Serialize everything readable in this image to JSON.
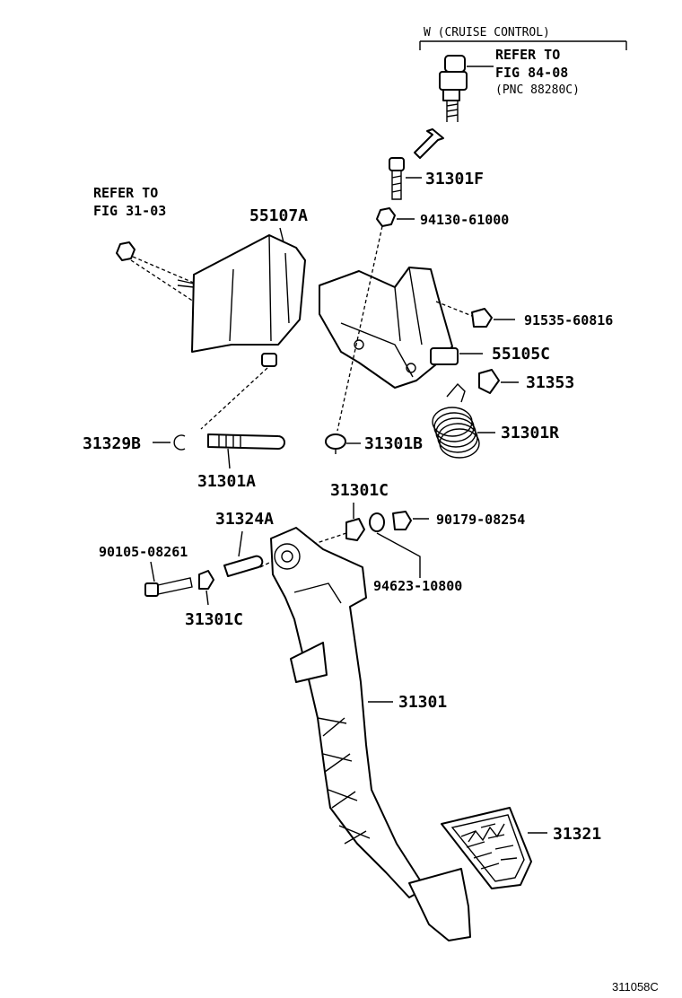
{
  "header": {
    "variant": "W (CRUISE CONTROL)",
    "refer_line1": "REFER TO",
    "refer_line2": "FIG 84-08",
    "refer_line3": "(PNC 88280C)"
  },
  "refer_left": {
    "line1": "REFER TO",
    "line2": "FIG 31-03"
  },
  "labels": {
    "p31301F": "31301F",
    "p94130": "94130-61000",
    "p55107A": "55107A",
    "p91535": "91535-60816",
    "p55105C": "55105C",
    "p31353": "31353",
    "p31301R": "31301R",
    "p31329B": "31329B",
    "p31301B": "31301B",
    "p31301A": "31301A",
    "p31301C_top": "31301C",
    "p31324A": "31324A",
    "p90179": "90179-08254",
    "p90105": "90105-08261",
    "p94623": "94623-10800",
    "p31301C_bottom": "31301C",
    "p31301": "31301",
    "p31321": "31321"
  },
  "figure_id": "311058C"
}
